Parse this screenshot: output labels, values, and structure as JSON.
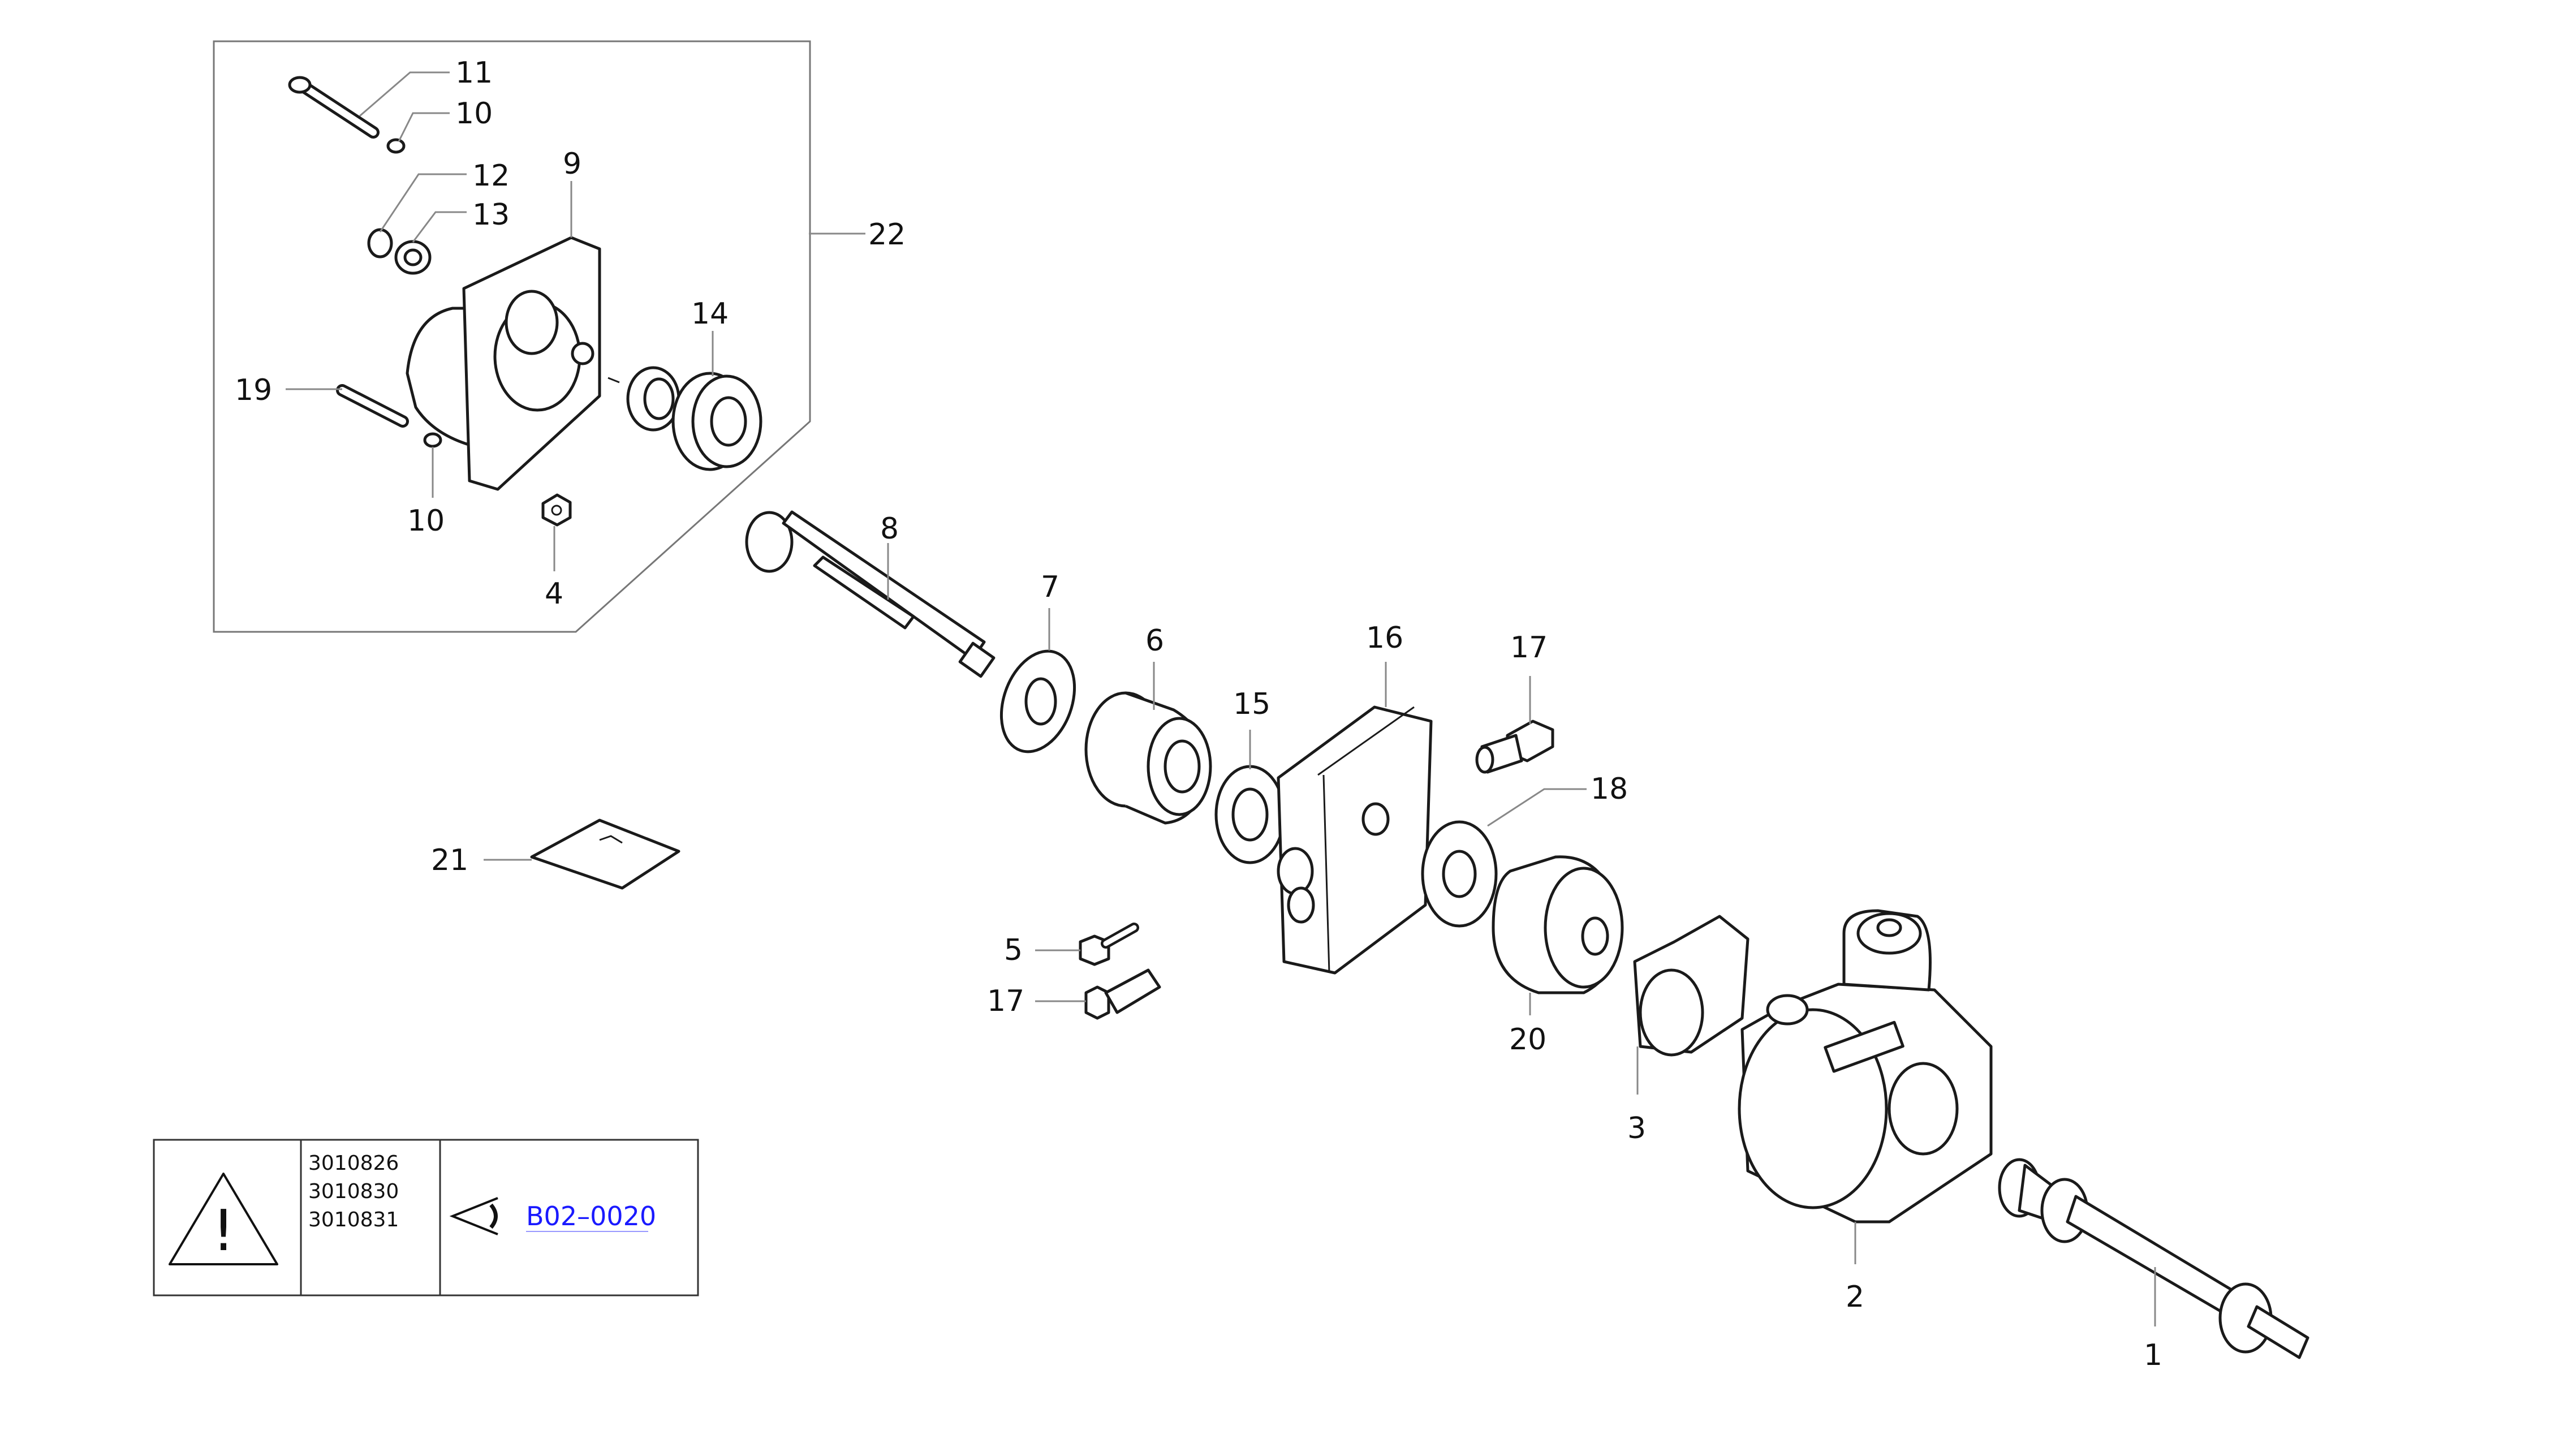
{
  "labels": {
    "p1": "1",
    "p2": "2",
    "p3": "3",
    "p4": "4",
    "p5": "5",
    "p6": "6",
    "p7": "7",
    "p8": "8",
    "p9": "9",
    "p10a": "10",
    "p10b": "10",
    "p11": "11",
    "p12": "12",
    "p13": "13",
    "p14": "14",
    "p15": "15",
    "p16": "16",
    "p17a": "17",
    "p17b": "17",
    "p18": "18",
    "p19": "19",
    "p20": "20",
    "p21": "21",
    "p22": "22"
  },
  "info_box": {
    "warning_symbol": "!",
    "part_numbers": [
      "3010826",
      "3010830",
      "3010831"
    ],
    "reference_link": "B02–0020"
  },
  "icons": {
    "warning": "warning-triangle-icon",
    "see_reference": "eye-reference-icon"
  },
  "colors": {
    "line": "#1a1a1a",
    "leader": "#888888",
    "link": "#1a1aff"
  }
}
